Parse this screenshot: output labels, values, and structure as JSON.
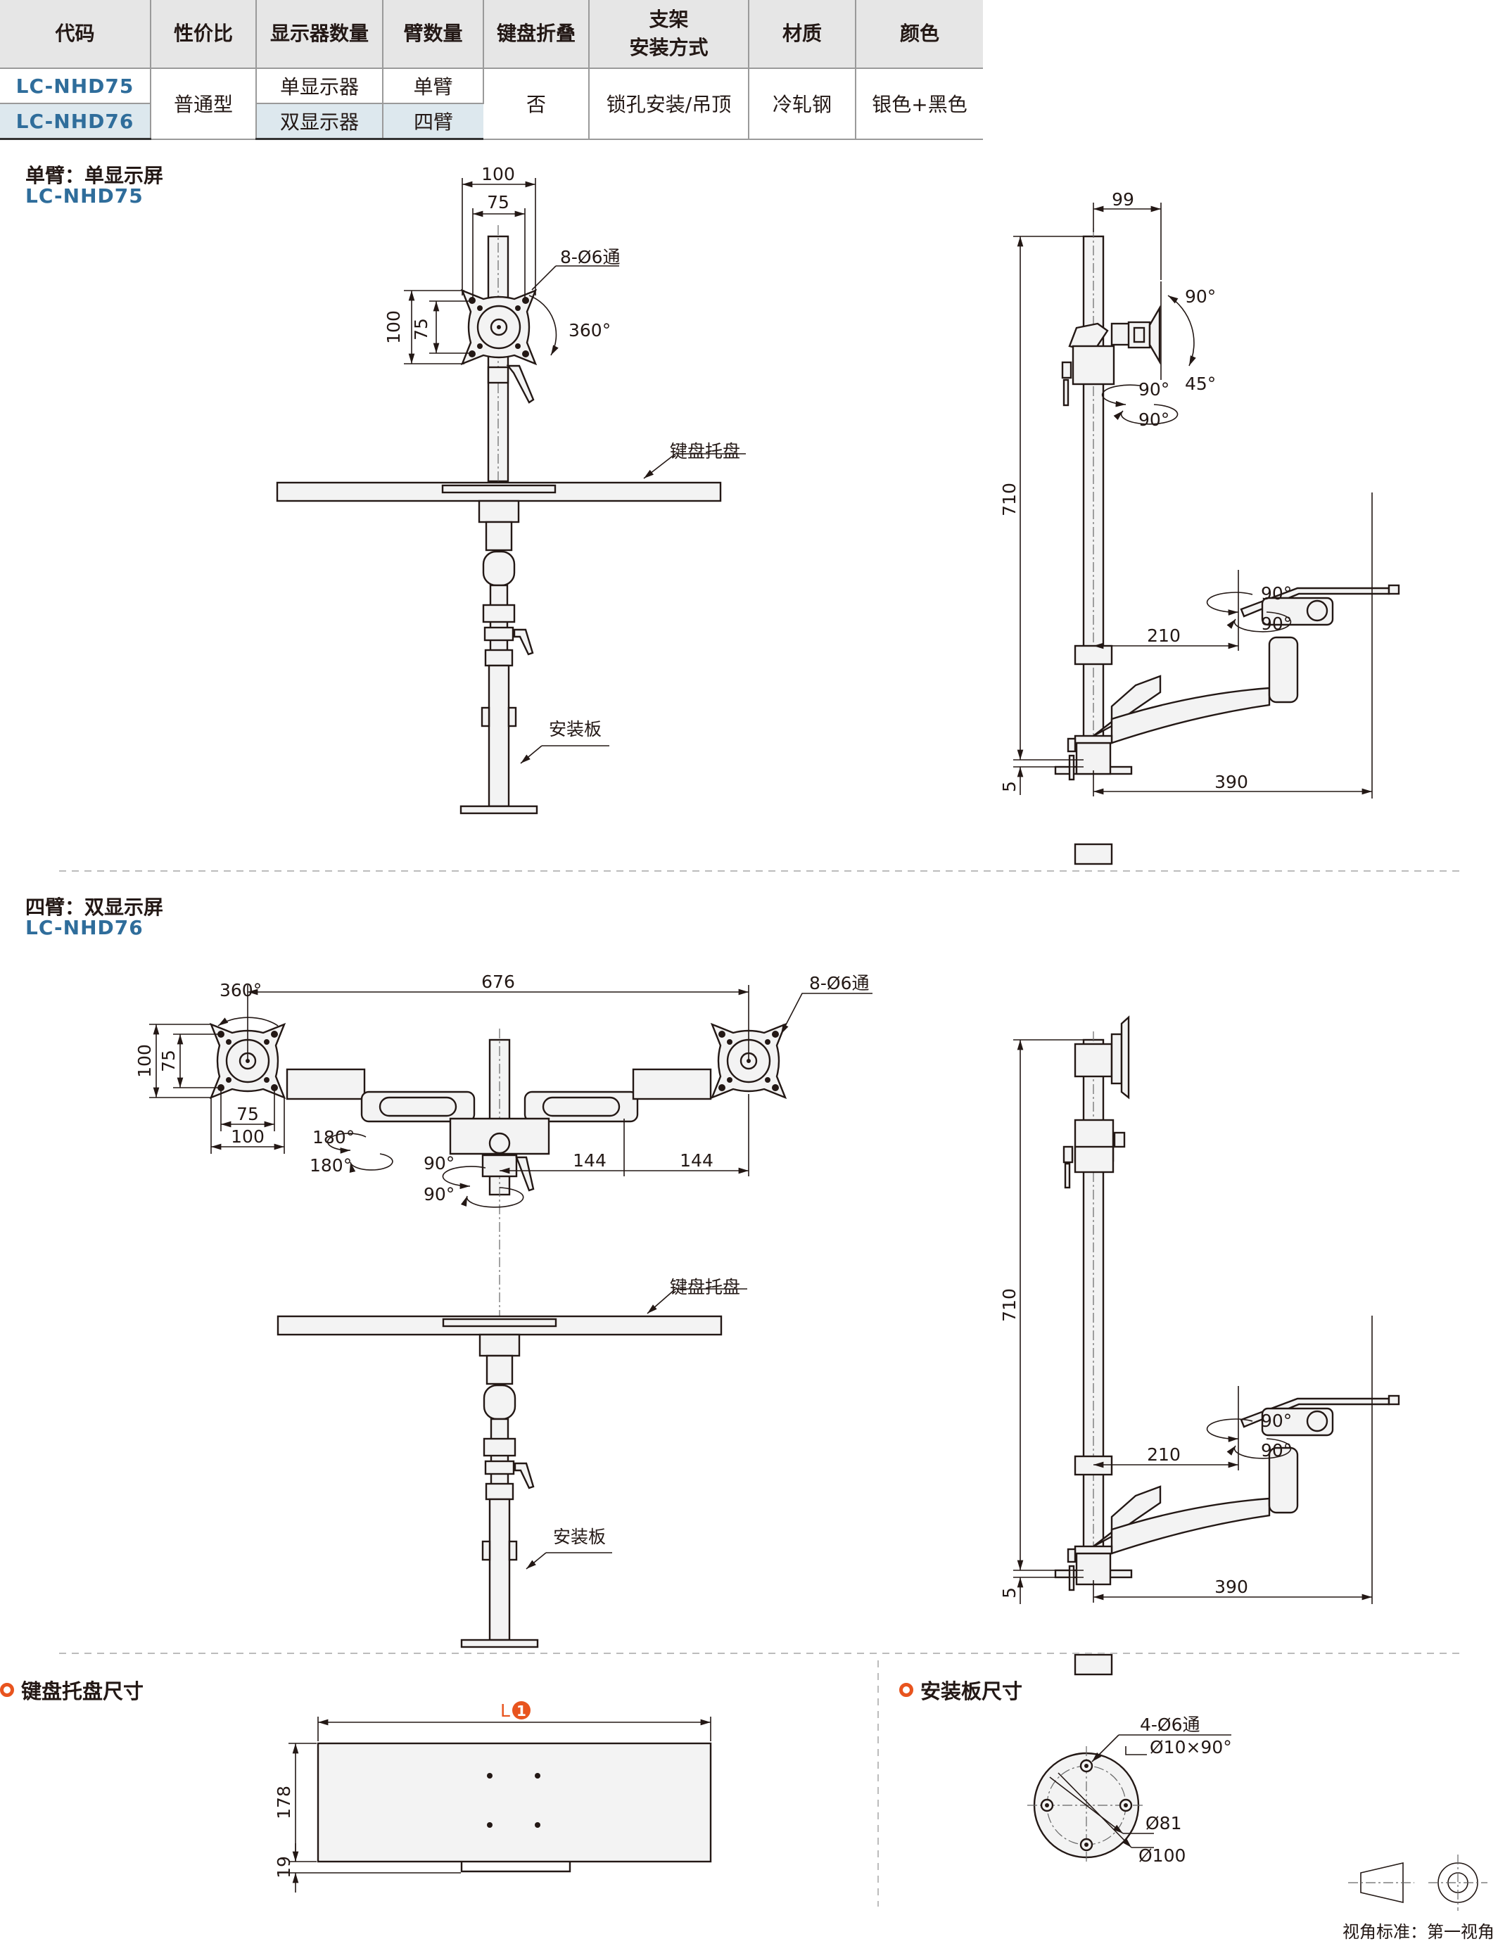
{
  "table": {
    "headers": [
      "代码",
      "性价比",
      "显示器数量",
      "臂数量",
      "键盘折叠",
      "支架",
      "安装方式",
      "材质",
      "颜色"
    ],
    "rows": [
      {
        "code": "LC-NHD75",
        "monitors": "单显示器",
        "arms": "单臂"
      },
      {
        "code": "LC-NHD76",
        "monitors": "双显示器",
        "arms": "四臂"
      }
    ],
    "shared": {
      "value_type": "普通型",
      "fold": "否",
      "mount": "锁孔安装/吊顶",
      "material": "冷轧钢",
      "color": "银色+黑色"
    }
  },
  "section1": {
    "title": "单臂：单显示屏",
    "code": "LC-NHD75"
  },
  "section2": {
    "title": "四臂：双显示屏",
    "code": "LC-NHD76"
  },
  "section3": {
    "title": "键盘托盘尺寸"
  },
  "section4": {
    "title": "安装板尺寸"
  },
  "labels": {
    "tray": "键盘托盘",
    "plate": "安装板"
  },
  "dims": {
    "d100": "100",
    "d75": "75",
    "holes8": "8-Ø6通",
    "rot360": "360°",
    "d99": "99",
    "d90deg": "90°",
    "d45deg": "45°",
    "d710": "710",
    "d210": "210",
    "d390": "390",
    "d5": "5",
    "d676": "676",
    "d144": "144",
    "d180deg": "180°",
    "trayL": "L",
    "trayL_badge": "1",
    "d178": "178",
    "d19": "19",
    "holes4": "4-Ø6通",
    "counterbore": "Ø10×90°",
    "d81": "Ø81",
    "dia100": "Ø100"
  },
  "view_note": "视角标准：第一视角"
}
